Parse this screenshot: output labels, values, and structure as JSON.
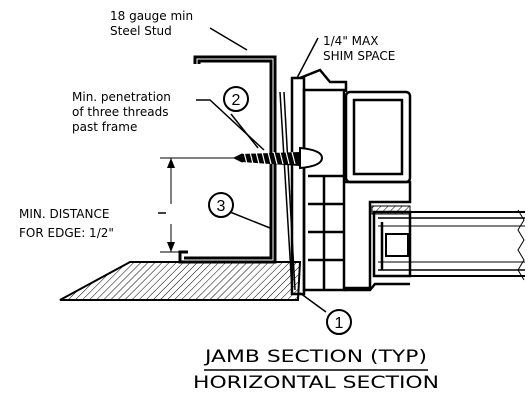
{
  "labels": {
    "steel_stud": [
      "18 gauge min",
      "Steel Stud"
    ],
    "shim_space": [
      "1/4\" MAX",
      "SHIM SPACE"
    ],
    "penetration": [
      "Min. penetration",
      "of three threads",
      "past frame"
    ],
    "min_distance": [
      "MIN. DISTANCE",
      "FOR EDGE: 1/2\""
    ]
  },
  "callouts": [
    "1",
    "2",
    "3"
  ],
  "title": {
    "line1": "JAMB SECTION (TYP)",
    "line2": "HORIZONTAL SECTION"
  },
  "colors": {
    "ink": "#000000",
    "background": "#ffffff"
  }
}
